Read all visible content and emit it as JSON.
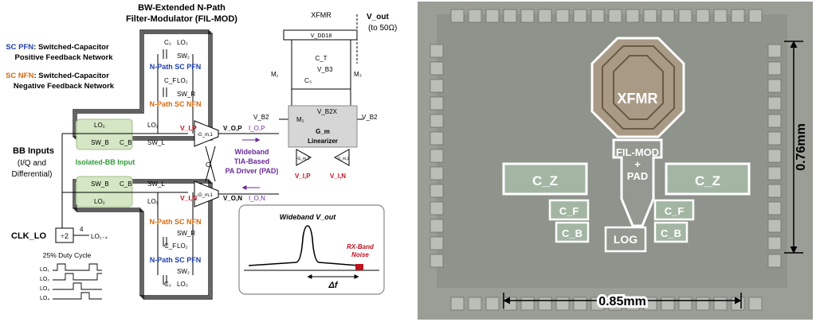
{
  "schematic": {
    "title_line1": "BW-Extended N-Path",
    "title_line2": "Filter-Modulator (FIL-MOD)",
    "pfn_abbrev": "SC PFN",
    "pfn_line1_rest": ": Switched-Capacitor",
    "pfn_line2": "Positive Feedback Network",
    "nfn_abbrev": "SC NFN",
    "nfn_line1_rest": ": Switched-Capacitor",
    "nfn_line2": "Negative Feedback Network",
    "bb_inputs": "BB Inputs",
    "bb_iq_line1": "(I/Q and",
    "bb_iq_line2": "Differential)",
    "isolated_bb": "Isolated-BB Input",
    "npath_pfn": "N-Path SC PFN",
    "npath_nfn": "N-Path SC NFN",
    "c2": "C₂",
    "cf": "C_F",
    "cb": "C_B",
    "c1": "C₁",
    "c3": "C₃",
    "ct": "C_T",
    "lo1": "LO₁",
    "lo2": "LO₂",
    "lo3": "LO₃",
    "lo1_4": "LO₁₋₄",
    "sw2": "SW₂",
    "swr": "SW_R",
    "swb": "SW_B",
    "swl": "SW_L",
    "vlp": "V_I,P",
    "vln": "V_I,N",
    "vop": "V_O,P",
    "von": "V_O,N",
    "iop": "I_O,P",
    "ion": "I_O,N",
    "gm1": "-G_m,1",
    "gm2": "-G_m,2",
    "xfmr": "XFMR",
    "vout": "V_out",
    "vout_load": "(to 50Ω)",
    "vdd18": "V_DD18",
    "vb2": "V_B2",
    "vb3": "V_B3",
    "vb2x": "V_B2X",
    "m1": "M₁",
    "m2": "M₂",
    "m3": "M₃",
    "gm_linearizer_1": "G_m",
    "gm_linearizer_2": "Linearizer",
    "pad_line1": "Wideband",
    "pad_line2": "TIA-Based",
    "pad_line3": "PA Driver (PAD)",
    "clk": "CLK_LO",
    "divider": "÷2",
    "div_out": "4",
    "duty_cycle": "25% Duty Cycle",
    "lo_labels": [
      "LO₁",
      "LO₂",
      "LO₃",
      "LO₄"
    ],
    "spectrum_title": "Wideband V_out",
    "rx_band_line1": "RX-Band",
    "rx_band_line2": "Noise",
    "delta_f": "Δf"
  },
  "die": {
    "xfmr": "XFMR",
    "filmod_line1": "FIL-MOD",
    "filmod_line2": "+",
    "filmod_line3": "PAD",
    "cz": "C_Z",
    "cf": "C_F",
    "cb": "C_B",
    "log": "LOG",
    "height_dim": "0.76mm",
    "width_dim": "0.85mm"
  },
  "colors": {
    "blue_label": "#1f3ea8",
    "orange_label": "#d46a10",
    "red_label": "#c0121f",
    "purple_label": "#6a2a9a",
    "green_box": "#d4e6c4",
    "green_text": "#2f9a3a",
    "die_bg": "#9a9e96",
    "pad_fill": "#b9beb6"
  }
}
